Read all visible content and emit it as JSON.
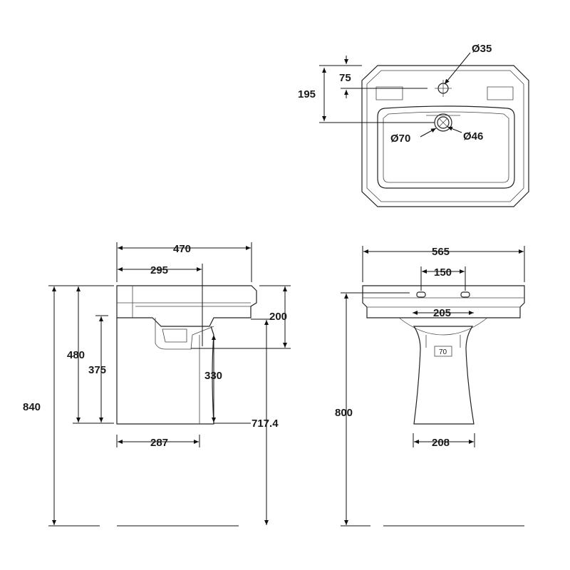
{
  "top_view": {
    "tap_hole_diameter": "Ø35",
    "tap_offset": "75",
    "waste_offset": "195",
    "waste_outer_diameter": "Ø70",
    "waste_inner_diameter": "Ø46"
  },
  "side_view": {
    "basin_depth": "470",
    "tap_to_wall": "295",
    "total_height": "840",
    "basin_rim_drop": "480",
    "waste_height": "375",
    "rim_thickness": "200",
    "pedestal_offset": "330",
    "floor_to_fixing": "717.4",
    "pedestal_depth": "287"
  },
  "front_view": {
    "overall_width": "565",
    "tap_centres": "150",
    "overflow_width": "205",
    "rim_height": "800",
    "pedestal_inner": "70",
    "pedestal_width": "208"
  }
}
